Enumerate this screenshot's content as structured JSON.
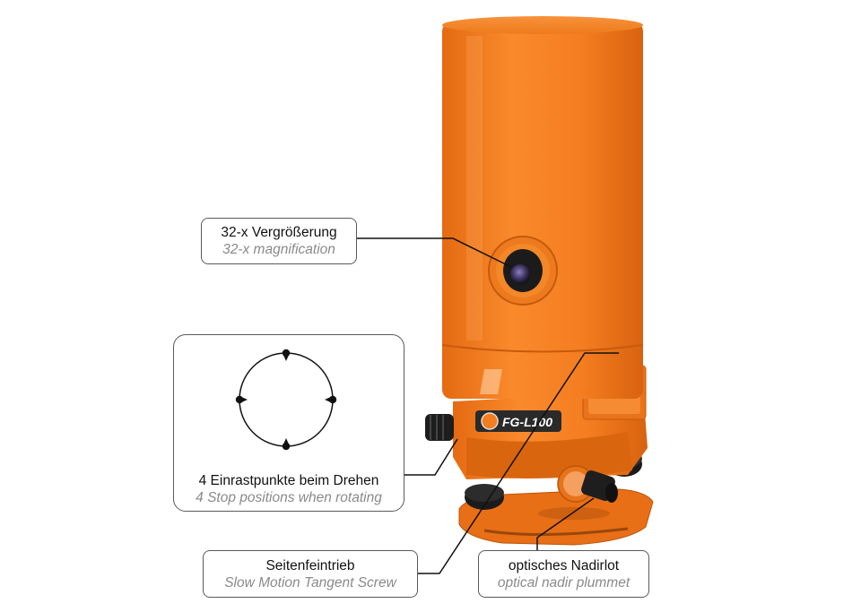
{
  "instrument": {
    "colors": {
      "body": "#f47d20",
      "shadow": "#c95a10",
      "highlight": "#ffb068",
      "dark": "#1e1e1e",
      "lens": "#4a3f6b"
    },
    "badge_text": "FG-L100"
  },
  "callouts": {
    "magnification": {
      "de": "32-x Vergrößerung",
      "en": "32-x magnification"
    },
    "stop_positions": {
      "de": "4 Einrastpunkte beim Drehen",
      "en": "4 Stop positions when rotating",
      "stop_count": 4
    },
    "tangent_screw": {
      "de": "Seitenfeintrieb",
      "en": "Slow Motion Tangent Screw"
    },
    "nadir_plummet": {
      "de": "optisches Nadirlot",
      "en": "optical nadir plummet"
    }
  }
}
